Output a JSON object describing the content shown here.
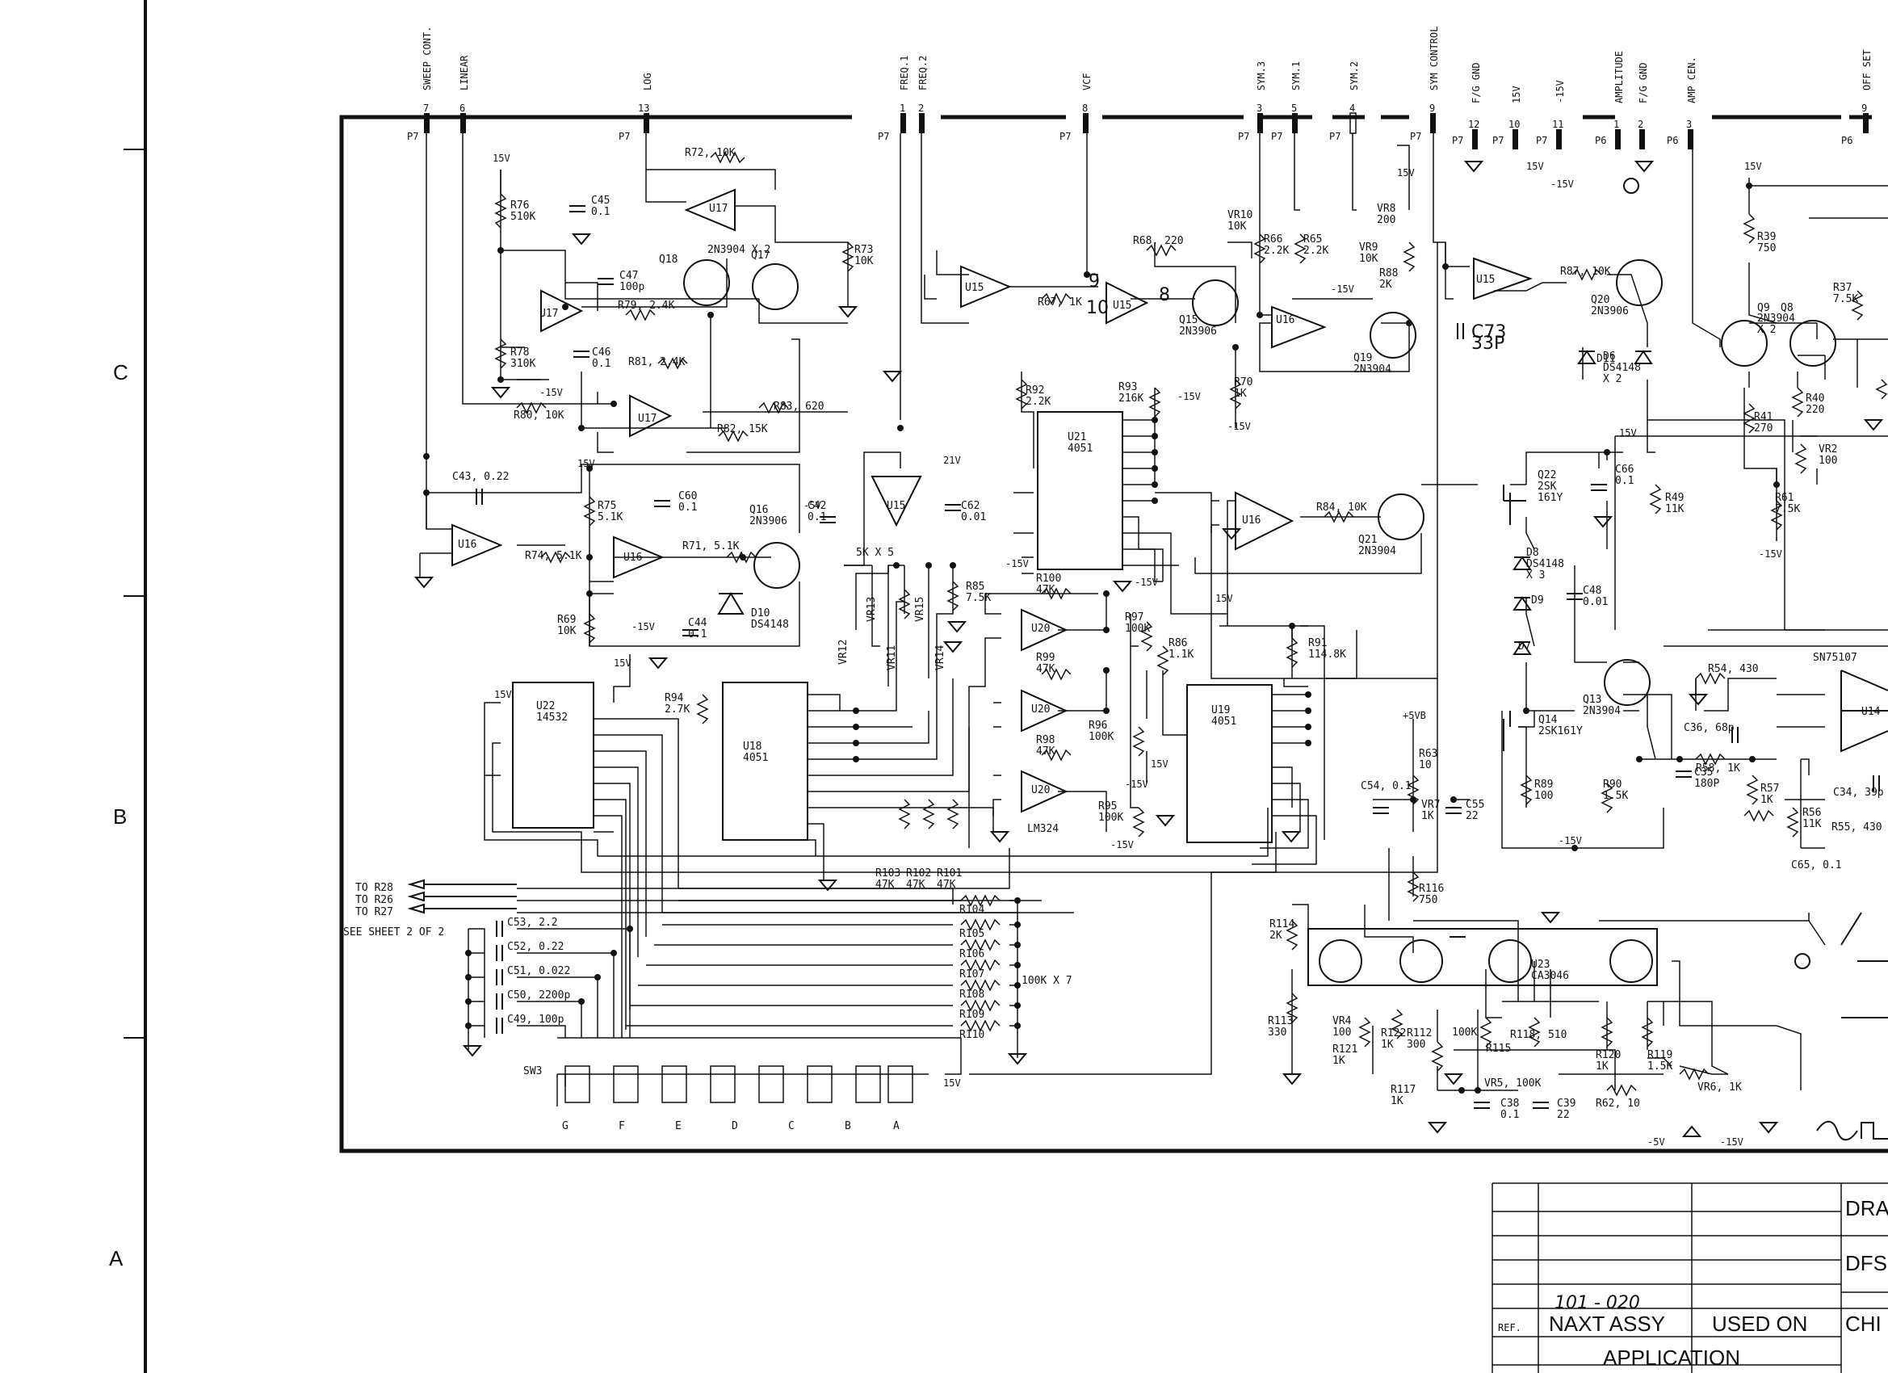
{
  "sheet": {
    "zone_labels": [
      "C",
      "B",
      "A"
    ],
    "see_sheet": "SEE SHEET 2 OF 2",
    "to_refs": [
      "TO R28",
      "TO R26",
      "TO R27"
    ]
  },
  "connectors": [
    {
      "conn": "P7",
      "pin": "7",
      "signal": "SWEEP CONT."
    },
    {
      "conn": "",
      "pin": "6",
      "signal": "LINEAR"
    },
    {
      "conn": "P7",
      "pin": "13",
      "signal": "LOG"
    },
    {
      "conn": "P7",
      "pin": "1",
      "signal": "FREQ.1"
    },
    {
      "conn": "",
      "pin": "2",
      "signal": "FREQ.2"
    },
    {
      "conn": "P7",
      "pin": "8",
      "signal": "VCF"
    },
    {
      "conn": "P7",
      "pin": "3",
      "signal": "SYM.3"
    },
    {
      "conn": "P7",
      "pin": "5",
      "signal": "SYM.1"
    },
    {
      "conn": "P7",
      "pin": "4",
      "signal": "SYM.2"
    },
    {
      "conn": "P7",
      "pin": "9",
      "signal": "SYM CONTROL"
    },
    {
      "conn": "P7",
      "pin": "12",
      "signal": "F/G GND"
    },
    {
      "conn": "P7",
      "pin": "10",
      "signal": "15V"
    },
    {
      "conn": "P7",
      "pin": "11",
      "signal": "-15V"
    },
    {
      "conn": "P6",
      "pin": "1",
      "signal": "AMPLITUDE"
    },
    {
      "conn": "",
      "pin": "2",
      "signal": "F/G GND"
    },
    {
      "conn": "P6",
      "pin": "3",
      "signal": "AMP CEN."
    },
    {
      "conn": "P6",
      "pin": "9",
      "signal": "OFF SET"
    }
  ],
  "components": {
    "r72": "R72, 10K",
    "r76": "R76\n510K",
    "c45": "C45\n0.1",
    "u17": "U17",
    "r73": "R73\n10K",
    "q18": "Q18",
    "q17": "Q17",
    "q18_type": "2N3904 X 2",
    "c47": "C47\n100p",
    "r79": "R79, 2.4K",
    "r78": "R78\n310K",
    "c46": "C46\n0.1",
    "r81": "R81, 2.4K",
    "r80": "R80, 10K",
    "r83": "R83, 620",
    "r82": "R82, 15K",
    "c43": "C43, 0.22",
    "r75": "R75\n5.1K",
    "c60": "C60\n0.1",
    "q16": "Q16\n2N3906",
    "u16": "U16",
    "r74": "R74, 5.1K",
    "r71": "R71, 5.1K",
    "r69": "R69\n10K",
    "c44": "C44\n0.1",
    "d10": "D10\nDS4148",
    "u15": "U15",
    "r67": "R67, 1K",
    "r68": "R68, 220",
    "q15": "Q15\n2N3906",
    "r66": "R66\n2.2K",
    "r65": "R65\n2.2K",
    "vr10": "VR10\n10K",
    "vr9": "VR9\n10K",
    "vr8": "VR8\n200",
    "r88": "R88\n2K",
    "q19": "Q19\n2N3904",
    "r70": "R70\n1K",
    "c73": "C73\n33P",
    "r87": "R87, 10K",
    "q20": "Q20\n2N3906",
    "d11": "D11",
    "d6": "D6\nDS4148\nX 2",
    "c42": "C42\n0.1",
    "c62": "C62\n0.01",
    "vr_5k": "5K X 5",
    "vr12": "VR12",
    "vr13": "VR13",
    "vr11": "VR11",
    "vr15": "VR15",
    "vr14": "VR14",
    "r85": "R85\n7.5K",
    "r92": "R92\n2.2K",
    "r93": "R93\n216K",
    "u21": "U21\n4051",
    "r100": "R100\n47K",
    "u20": "U20",
    "r99": "R99\n47K",
    "r97": "R97\n100K",
    "r96": "R96\n100K",
    "r98": "R98\n47K",
    "r95": "R95\n100K",
    "lm324": "LM324",
    "r84": "R84, 10K",
    "q21": "Q21\n2N3904",
    "r86": "R86\n1.1K",
    "r91": "R91\n114.8K",
    "u19": "U19\n4051",
    "u22": "U22\n14532",
    "r94": "R94\n2.7K",
    "u18": "U18\n4051",
    "r103": "R103\n47K",
    "r102": "R102\n47K",
    "r101": "R101\n47K",
    "q22": "Q22\n2SK\n161Y",
    "c66": "C66\n0.1",
    "r49": "R49\n11K",
    "d8": "D8\nDS4148\nX 3",
    "d9": "D9",
    "d7": "D7",
    "c48": "C48\n0.01",
    "q13": "Q13\n2N3904",
    "q14": "Q14\n2SK161Y",
    "r89": "R89\n100",
    "r90": "R90\n1.5K",
    "c35": "C35\n180P",
    "c36": "C36, 68p",
    "r58": "R58, 1K",
    "r57": "R57\n1K",
    "r54": "R54, 430",
    "sn75107": "SN75107",
    "u14": "U14",
    "r56": "R56\n11K",
    "c34": "C34, 39p",
    "r55": "R55, 430",
    "c65": "C65, 0.1",
    "r63": "R63\n10",
    "c54": "C54, 0.1",
    "vr7": "VR7\n1K",
    "c55": "C55\n22",
    "r116": "R116\n750",
    "r114": "R114\n2K",
    "u23": "U23\nCA3046",
    "r113": "R113\n330",
    "vr4": "VR4\n100",
    "r121": "R121\n1K",
    "r122": "R122\n1K",
    "r112": "R112\n300",
    "r115": "R115",
    "r115b": "100K",
    "r118": "R118, 510",
    "r120": "R120\n1K",
    "r119": "R119\n1.5K",
    "vr6": "VR6, 1K",
    "r117": "R117\n1K",
    "vr5": "VR5, 100K",
    "c38": "C38\n0.1",
    "c39": "C39\n22",
    "r62": "R62, 10",
    "r39": "R39\n750",
    "q9": "Q9",
    "q8": "Q8",
    "q9_type": "2N3904\nX 2",
    "r37": "R37\n7.5K",
    "r41": "R41\n270",
    "r40": "R40\n220",
    "vr2": "VR2\n100",
    "r61": "R61\n7.5K",
    "c53": "C53, 2.2",
    "c52": "C52, 0.22",
    "c51": "C51, 0.022",
    "c50": "C50, 2200p",
    "c49": "C49, 100p",
    "r104": "R104",
    "r105": "R105",
    "r106": "R106",
    "r107": "R107",
    "r108": "R108",
    "r109": "R109",
    "r110": "R110",
    "r_pack": "100K X 7",
    "sw3": "SW3",
    "sw_positions": [
      "G",
      "F",
      "E",
      "D",
      "C",
      "B",
      "A"
    ]
  },
  "supplies": {
    "p15": "15V",
    "n15": "-15V",
    "p21": "21V",
    "n5": "-5V",
    "p5vb": "+5VB"
  },
  "title_block": {
    "dra": "DRA",
    "dfs": "DFS",
    "chi": "CHI",
    "part_no": "101 - 020",
    "ref": "REF.",
    "next_assy": "NAXT ASSY",
    "used_on": "USED ON",
    "application": "APPLICATION"
  }
}
